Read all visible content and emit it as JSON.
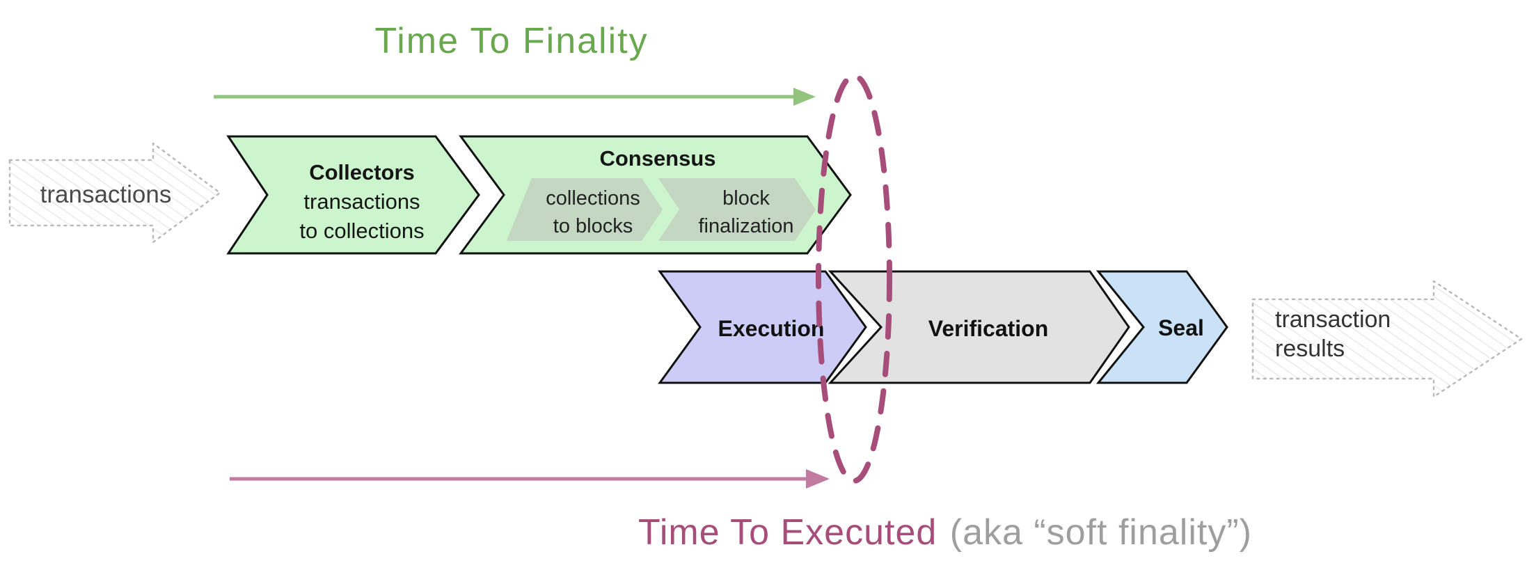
{
  "annotations": {
    "finality_title": "Time To Finality",
    "executed_title": "Time To Executed",
    "executed_suffix": "(aka “soft finality”)"
  },
  "input_arrow": {
    "label": "transactions"
  },
  "output_arrow": {
    "line1": "transaction",
    "line2": "results"
  },
  "pipeline_top": {
    "collectors": {
      "title": "Collectors",
      "line1": "transactions",
      "line2": "to collections"
    },
    "consensus": {
      "title": "Consensus",
      "sub1": {
        "line1": "collections",
        "line2": "to blocks"
      },
      "sub2": {
        "line1": "block",
        "line2": "finalization"
      }
    }
  },
  "pipeline_bottom": {
    "execution": {
      "title": "Execution"
    },
    "verification": {
      "title": "Verification"
    },
    "seal": {
      "title": "Seal"
    }
  },
  "colors": {
    "finality_green_text": "#6aa84f",
    "finality_arrow_green": "#93c47d",
    "executed_magenta_text": "#a64d79",
    "executed_arrow_pink": "#c27ba0",
    "ellipse_magenta": "#a64d79",
    "stage_light_green": "#ccf5cd",
    "stage_inner_gray_green": "#c3d7c3",
    "stage_lavender": "#ccccf7",
    "stage_gray": "#e2e2e2",
    "stage_light_blue": "#c9e2f8",
    "stage_outline": "#111111",
    "sketch_outline_gray": "#b9b9b9",
    "suffix_gray": "#9e9e9e"
  }
}
